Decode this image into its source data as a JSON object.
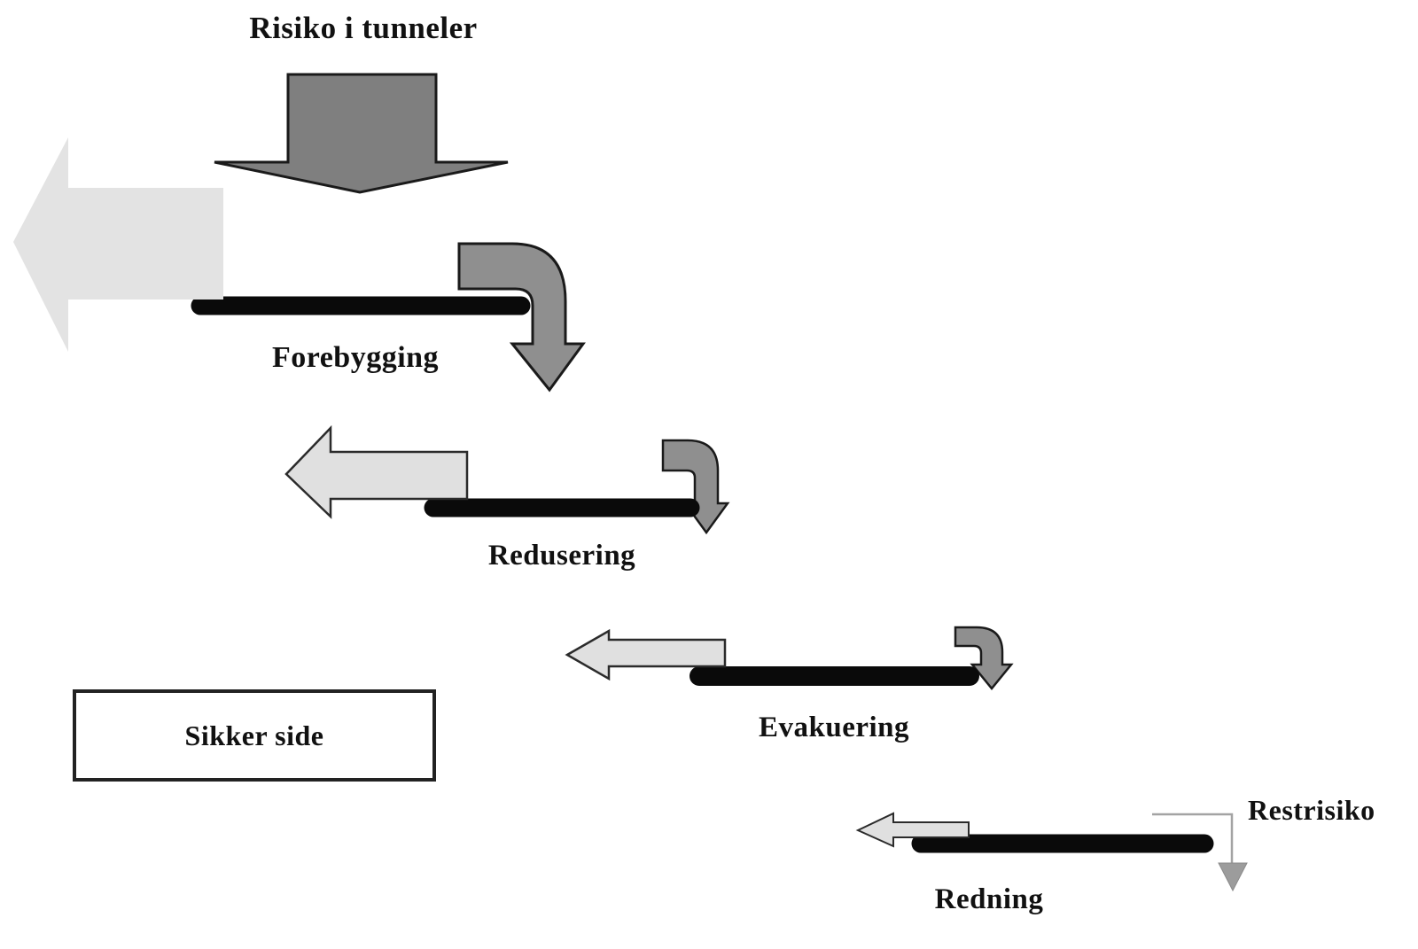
{
  "diagram": {
    "title": "Risiko i tunneler",
    "safe_side_label": "Sikker side",
    "residual_risk_label": "Restrisiko",
    "barriers": [
      {
        "label": "Forebygging"
      },
      {
        "label": "Redusering"
      },
      {
        "label": "Evakuering"
      },
      {
        "label": "Redning"
      }
    ],
    "icons": [
      "risk-down-arrow-icon",
      "escape-left-arrow-icon",
      "escalation-bent-arrow-icon",
      "barrier-bar-icon",
      "residual-risk-elbow-arrow-icon"
    ],
    "colors": {
      "risk_arrow": "#7f7f7f",
      "escalation_arrow": "#8f8f8f",
      "escape_arrow_large": "#e3e3e3",
      "escape_arrow": "#e0e0e0",
      "barrier_bar": "#0a0a0a",
      "residual_risk_arrow": "#9c9c9c",
      "outline": "#1a1a1a",
      "background": "#ffffff",
      "text": "#111111"
    }
  }
}
